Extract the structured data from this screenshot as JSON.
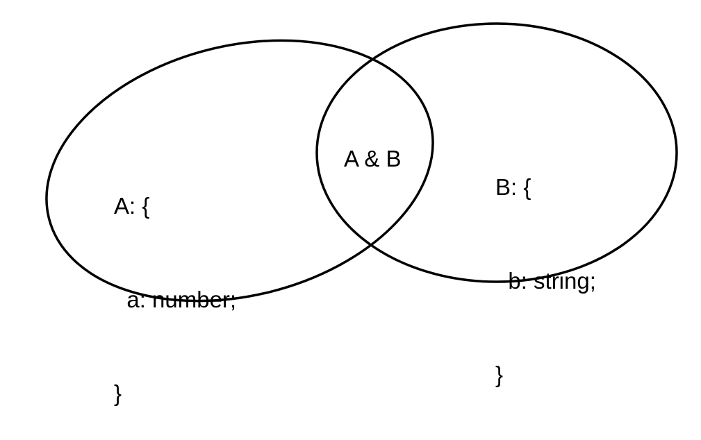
{
  "sets": {
    "a": {
      "lines": [
        "A: {",
        "  a: number;",
        "}"
      ]
    },
    "b": {
      "lines": [
        "B: {",
        "  b: string;",
        "}"
      ]
    },
    "intersection": {
      "label": "A & B"
    }
  },
  "colors": {
    "stroke": "#000000",
    "text": "#000000",
    "background": "#ffffff"
  }
}
